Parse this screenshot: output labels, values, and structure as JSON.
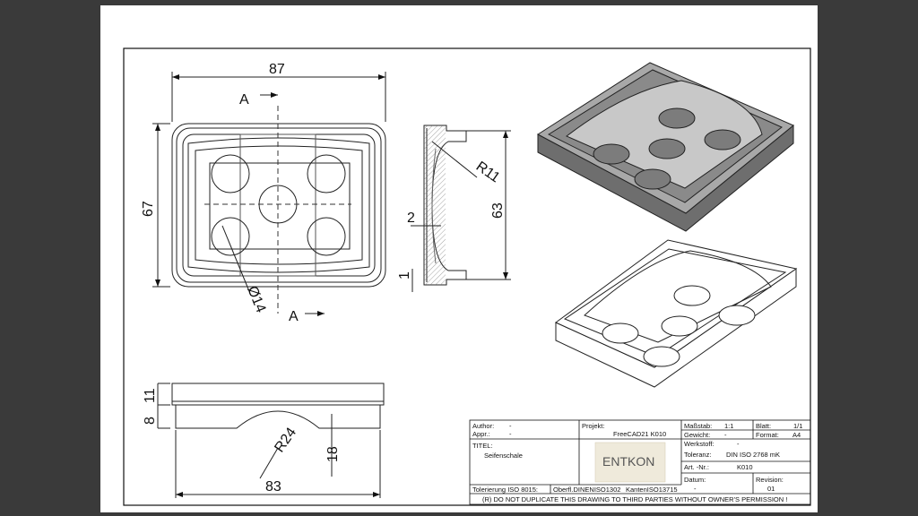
{
  "view_labels": {
    "section_a_top": "A",
    "section_a_bottom": "A"
  },
  "dimensions": {
    "width": "87",
    "height": "67",
    "diameter": "Ø14",
    "radius_side": "R11",
    "wall": "2",
    "side_height": "63",
    "lip": "1",
    "front_top": "11",
    "front_bottom": "8",
    "front_radius": "R24",
    "front_depth": "18",
    "front_width": "83"
  },
  "title_block": {
    "author_label": "Author:",
    "author_value": "-",
    "appr_label": "Appr.:",
    "appr_value": "-",
    "projekt_label": "Projekt:",
    "projekt_value": "FreeCAD21 K010",
    "massstab_label": "Maßstab:",
    "massstab_value": "1:1",
    "blatt_label": "Blatt:",
    "blatt_value": "1/1",
    "gewicht_label": "Gewicht:",
    "gewicht_value": "-",
    "format_label": "Format:",
    "format_value": "A4",
    "titel_label": "TITEL:",
    "titel_value": "Seifenschale",
    "werkstoff_label": "Werkstoff:",
    "werkstoff_value": "-",
    "toleranz_label": "Toleranz:",
    "toleranz_value": "DIN ISO 2768 mK",
    "artnr_label": "Art. -Nr.:",
    "artnr_value": "K010",
    "datum_label": "Datum:",
    "datum_value": "-",
    "revision_label": "Revision:",
    "revision_value": "01",
    "tolerierung": "Tolerierung ISO 8015:",
    "oberfl": "Oberfl.DINENISO1302",
    "kanten": "KantenISO13715",
    "notice": "(R) DO NOT DUPLICATE THIS DRAWING TO THIRD PARTIES WITHOUT OWNER'S PERMISSION !",
    "logo_text": "ENTKON"
  },
  "colors": {
    "background": "#3a3a3a",
    "sheet": "#ffffff",
    "line": "#111111",
    "shaded_body": "#8a8a8a",
    "logo_bg": "#efeadb"
  }
}
